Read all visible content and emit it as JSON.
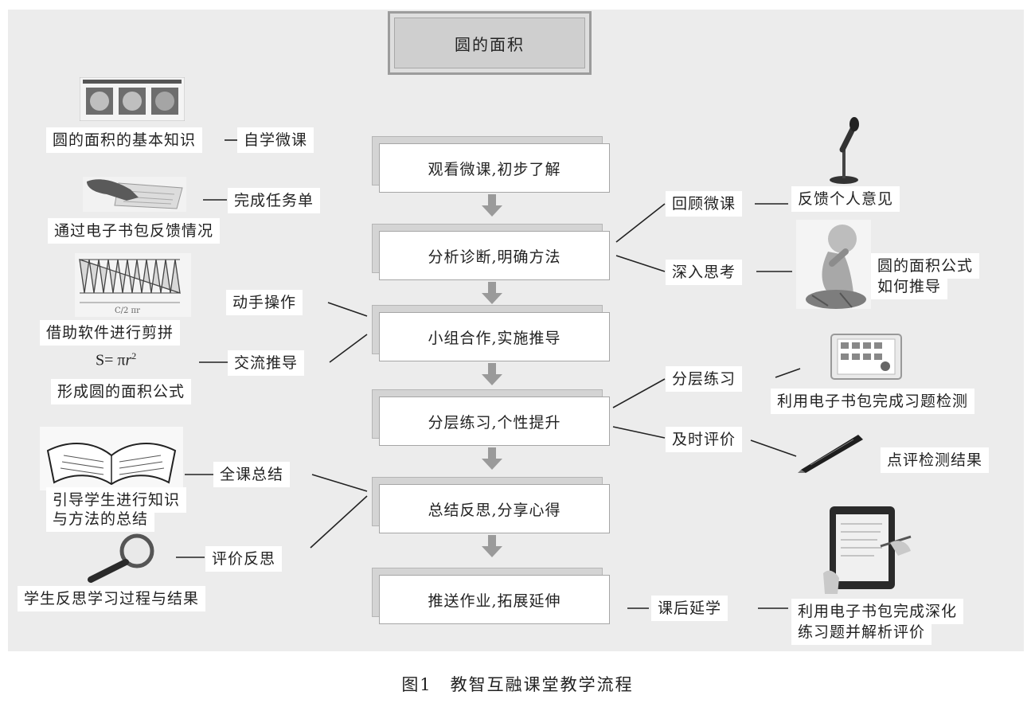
{
  "title": "圆的面积",
  "steps": [
    "观看微课,初步了解",
    "分析诊断,明确方法",
    "小组合作,实施推导",
    "分层练习,个性提升",
    "总结反思,分享心得",
    "推送作业,拓展延伸"
  ],
  "left": {
    "weike_topic": "圆的面积的基本知识",
    "weike_label": "自学微课",
    "task_label": "完成任务单",
    "ebag_feedback": "通过电子书包反馈情况",
    "hands_on": "动手操作",
    "software_cut": "借助软件进行剪拼",
    "exchange": "交流推导",
    "formula_lhs": "S= π",
    "formula_var": "r",
    "formula_exp": "2",
    "formula_desc": "形成圆的面积公式",
    "summary_label": "全课总结",
    "summary_desc_1": "引导学生进行知识",
    "summary_desc_2": "与方法的总结",
    "reflect_label": "评价反思",
    "reflect_desc": "学生反思学习过程与结果"
  },
  "right": {
    "review": "回顾微课",
    "opinion": "反馈个人意见",
    "deep": "深入思考",
    "formula_q_1": "圆的面积公式",
    "formula_q_2": "如何推导",
    "layered": "分层练习",
    "ebag_test": "利用电子书包完成习题检测",
    "timely": "及时评价",
    "comment": "点评检测结果",
    "after": "课后延学",
    "deepen_1": "利用电子书包完成深化",
    "deepen_2": "练习题并解析评价"
  },
  "caption": "图1　教智互融课堂教学流程",
  "colors": {
    "background": "#ececec",
    "box": "#ffffff",
    "title_fill": "#cfcfcf",
    "arrow": "#9a9a9a",
    "line": "#222222"
  },
  "icons": [
    "weike-screenshot-icon",
    "tablet-hand-icon",
    "cut-strips-icon",
    "microphone-icon",
    "thinker-icon",
    "tablet-icon",
    "pen-icon",
    "open-book-icon",
    "magnifier-icon",
    "ebook-reader-icon"
  ]
}
